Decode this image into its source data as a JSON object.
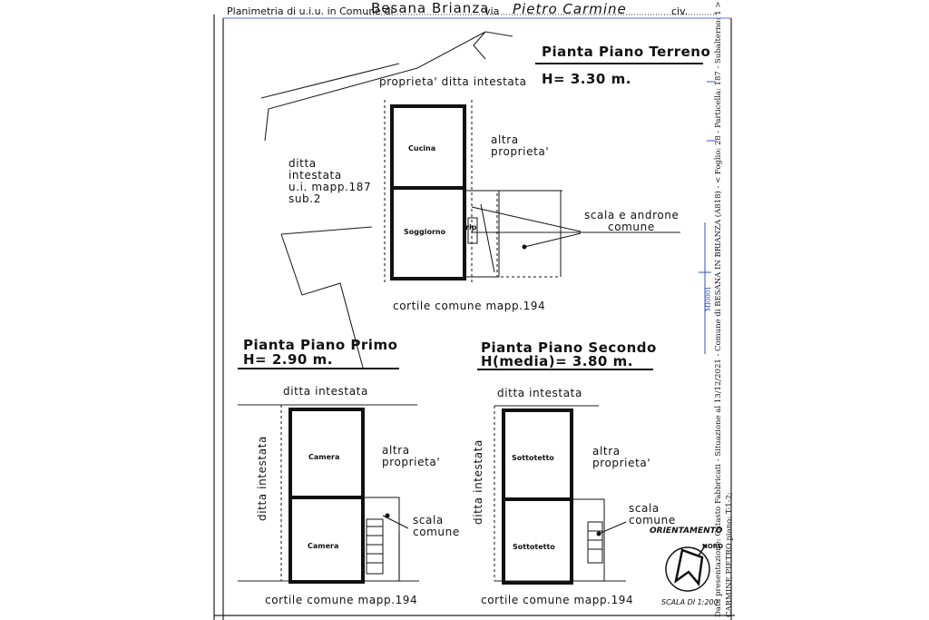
{
  "header": {
    "prefix": "Planimetria di u.i.u. in Comune di",
    "comune": "Besana Brianza",
    "via_label": "via",
    "via": "Pietro Carmine",
    "civ_label": "civ."
  },
  "piano_terreno": {
    "title": "Pianta Piano Terreno",
    "height": "H= 3.30 m.",
    "labels": {
      "top": "proprieta' ditta intestata",
      "left": [
        "ditta",
        "intestata",
        "u.i. mapp.187",
        "sub.2"
      ],
      "right": [
        "altra",
        "proprieta'"
      ],
      "scala": [
        "scala e androne",
        "comune"
      ],
      "bottom": "cortile comune mapp.194"
    },
    "rooms": {
      "cucina": "Cucina",
      "soggiorno": "Soggiorno",
      "rip": "rip"
    }
  },
  "piano_primo": {
    "title": "Pianta Piano Primo",
    "height": "H= 2.90 m.",
    "labels": {
      "top": "ditta intestata",
      "left": "ditta intestata",
      "right": [
        "altra",
        "proprieta'"
      ],
      "scala": [
        "scala",
        "comune"
      ],
      "bottom": "cortile comune mapp.194"
    },
    "rooms": {
      "camera_1": "Camera",
      "camera_2": "Camera"
    }
  },
  "piano_secondo": {
    "title": "Pianta Piano Secondo",
    "height": "H(media)= 3.80 m.",
    "labels": {
      "top": "ditta intestata",
      "left": "ditta intestata",
      "right": [
        "altra",
        "proprieta'"
      ],
      "scala": [
        "scala",
        "comune"
      ],
      "bottom": "cortile comune mapp.194"
    },
    "rooms": {
      "sottotetto_1": "Sottotetto",
      "sottotetto_2": "Sottotetto"
    }
  },
  "orientamento": {
    "label": "ORIENTAMENTO",
    "nord": "NORD"
  },
  "scala": "SCALA DI 1:200",
  "side_stamp": {
    "line1": "Data presentazione: Catasto Fabbricati - Situazione al 13/12/2021 - Comune di BESANA IN BRIANZA (A818) - < Foglio: 28 - Particella: 187 - Subalterno: 1 >",
    "line2": "CARMINE PIETRO piano: T-1-2;",
    "code": "MI0001"
  }
}
